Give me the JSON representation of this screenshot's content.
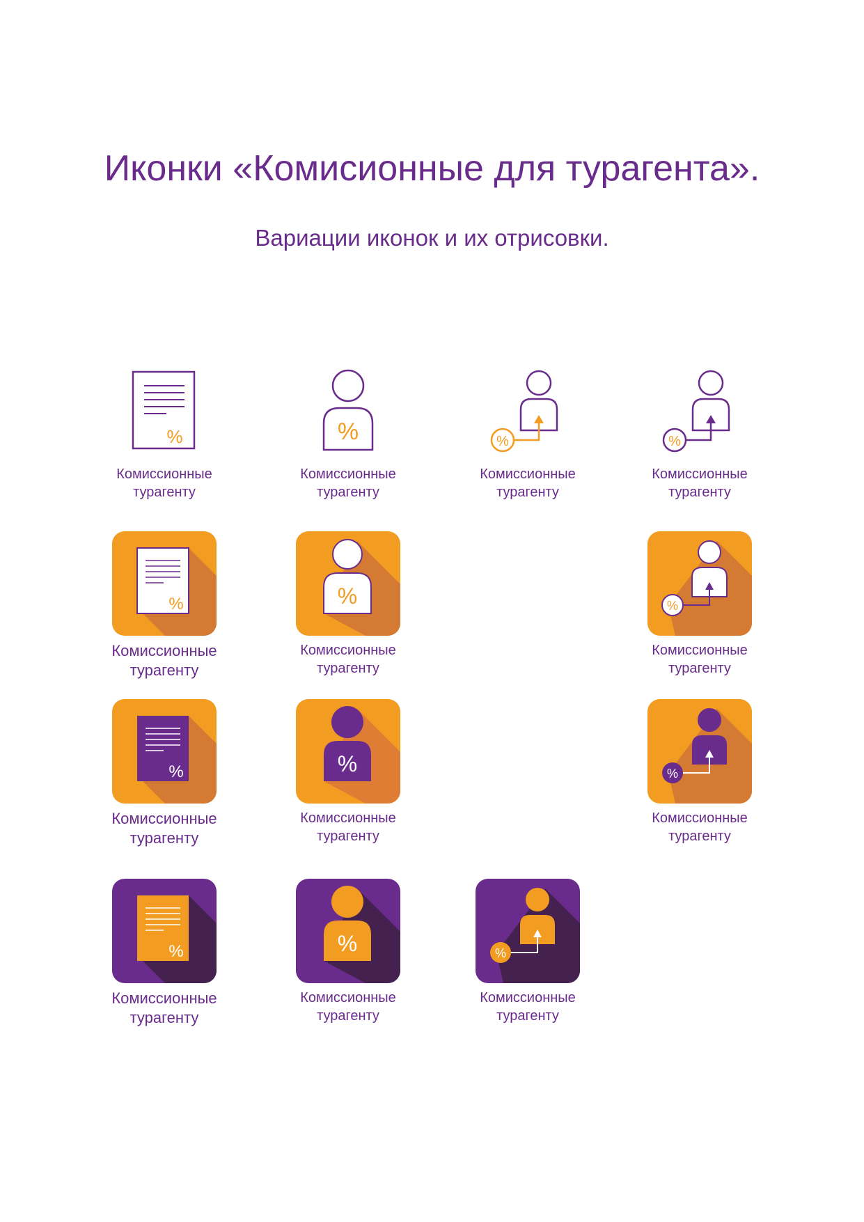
{
  "page": {
    "title": "Иконки «Комисионные для турагента».",
    "subtitle": "Вариации иконок и их отрисовки."
  },
  "colors": {
    "purple": "#6a2c8c",
    "purple_dark": "#45214f",
    "orange": "#f29c22",
    "orange_shadow": "#d57a32",
    "white": "#ffffff"
  },
  "icons": [
    {
      "variant": "document-outline",
      "label_line1": "Комиссионные",
      "label_line2": "турагенту"
    },
    {
      "variant": "person-outline",
      "label_line1": "Комиссионные",
      "label_line2": "турагенту"
    },
    {
      "variant": "person-arrow-outline-orange-badge",
      "label_line1": "Комиссионные",
      "label_line2": "турагенту"
    },
    {
      "variant": "person-arrow-outline-purple-badge",
      "label_line1": "Комиссионные",
      "label_line2": "турагенту"
    },
    {
      "variant": "document-orange-tile-white",
      "label_line1": "Комиссионные",
      "label_line2": "турагенту"
    },
    {
      "variant": "person-orange-tile-white",
      "label_line1": "Комиссионные",
      "label_line2": "турагенту"
    },
    {
      "variant": "person-arrow-orange-tile-white",
      "label_line1": "Комиссионные",
      "label_line2": "турагенту"
    },
    {
      "variant": "document-orange-tile-purple",
      "label_line1": "Комиссионные",
      "label_line2": "турагенту"
    },
    {
      "variant": "person-orange-tile-purple",
      "label_line1": "Комиссионные",
      "label_line2": "турагенту"
    },
    {
      "variant": "person-arrow-orange-tile-purple",
      "label_line1": "Комиссионные",
      "label_line2": "турагенту"
    },
    {
      "variant": "document-purple-tile-orange",
      "label_line1": "Комиссионные",
      "label_line2": "турагенту"
    },
    {
      "variant": "person-purple-tile-orange",
      "label_line1": "Комиссионные",
      "label_line2": "турагенту"
    },
    {
      "variant": "person-arrow-purple-tile-orange",
      "label_line1": "Комиссионные",
      "label_line2": "турагенту"
    }
  ]
}
